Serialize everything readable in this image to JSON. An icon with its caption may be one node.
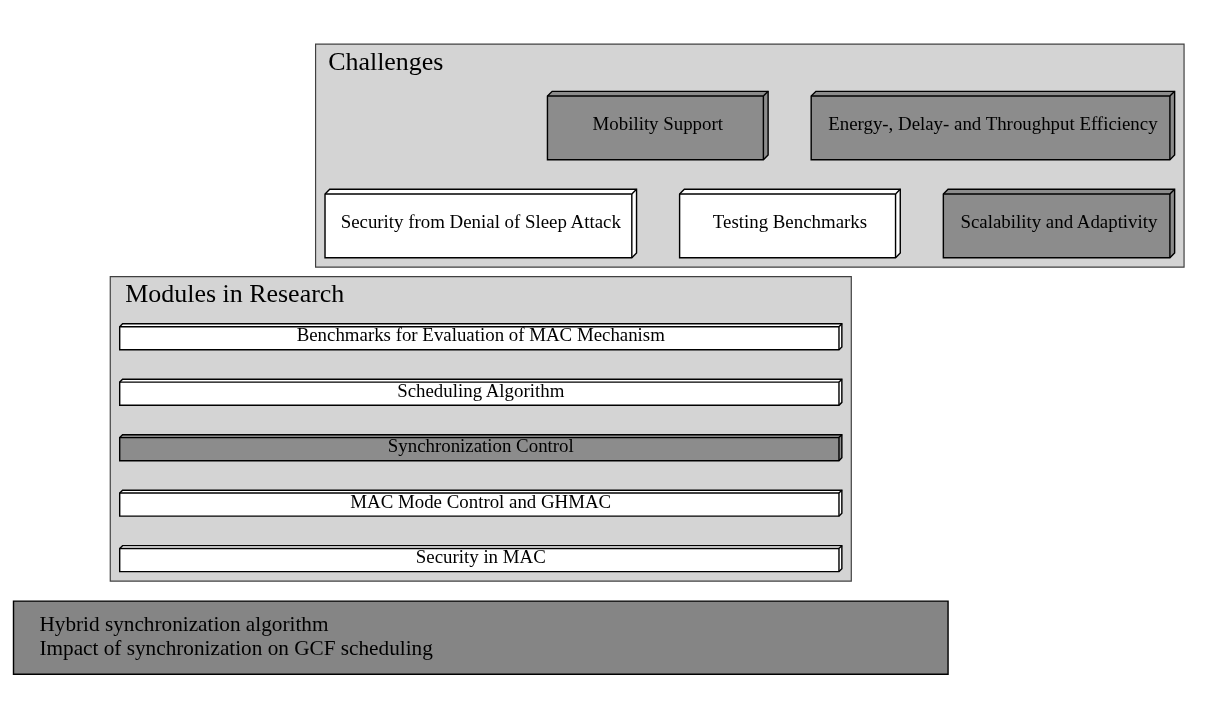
{
  "diagram": {
    "nodes": [
      {
        "text": [
          "Challenges"
        ]
      },
      {
        "text": [
          "Energy-, Delay- and Throughput Efficiency"
        ],
        "in": 0
      },
      {
        "text": [
          "Mobility Support"
        ],
        "in": 0
      },
      {
        "text": [
          "Testing Benchmarks"
        ],
        "in": 0
      },
      {
        "text": [
          "Scalability and Adaptivity"
        ],
        "in": 0
      },
      {
        "text": [
          "Security from Denial of Sleep Attack"
        ],
        "in": 0
      },
      {
        "text": [
          "Modules in Research"
        ]
      },
      {
        "text": [
          "Benchmarks for Evaluation of MAC Mechanism"
        ],
        "in": 6
      },
      {
        "text": [
          "Scheduling Algorithm"
        ],
        "in": 6
      },
      {
        "text": [
          "Synchronization Control"
        ],
        "in": 6
      },
      {
        "text": [
          "MAC Mode Control and GHMAC"
        ],
        "in": 6
      },
      {
        "text": [
          "Security in MAC"
        ],
        "in": 6
      },
      {
        "text": [
          "Hybrid synchronization algorithm",
          "Impact of synchronization on GCF scheduling"
        ]
      }
    ]
  }
}
